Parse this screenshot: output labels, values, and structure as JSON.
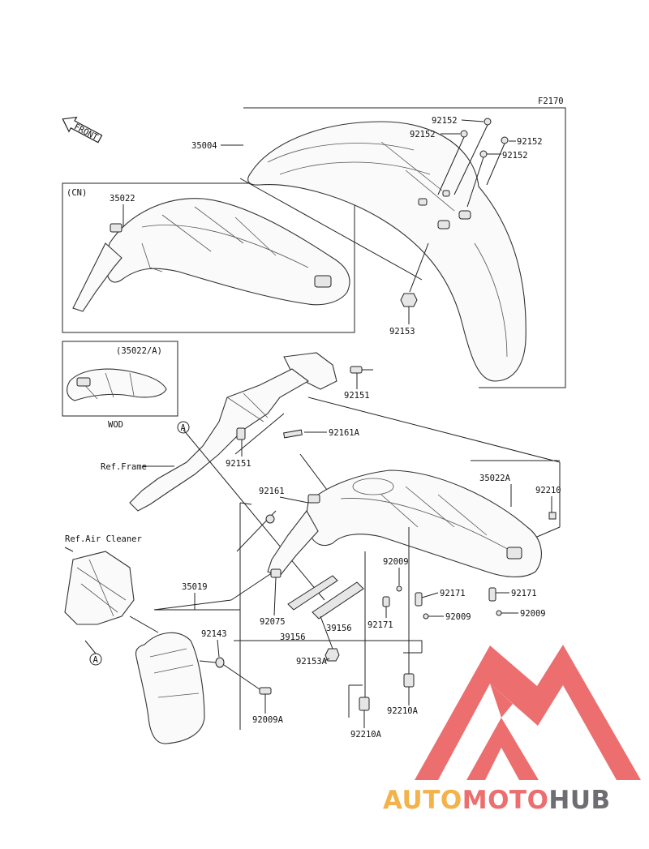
{
  "diagram": {
    "figure_code": "F2170",
    "front_label": "FRONT",
    "region_cn": "(CN)",
    "region_wod_ref": "(35022/A)",
    "region_wod": "WOD",
    "ref_frame": "Ref.Frame",
    "ref_air_cleaner": "Ref.Air Cleaner",
    "callout_a": "A",
    "parts": {
      "p35004": "35004",
      "p35022": "35022",
      "p35022a": "35022A",
      "p35019": "35019",
      "p92152": "92152",
      "p92153": "92153",
      "p92151": "92151",
      "p92161a": "92161A",
      "p92161": "92161",
      "p92210": "92210",
      "p92009": "92009",
      "p92171": "92171",
      "p92075": "92075",
      "p39156": "39156",
      "p92153a": "92153A",
      "p92143": "92143",
      "p92009a": "92009A",
      "p92210a": "92210A"
    }
  },
  "watermark": {
    "brand_auto": "AUTO",
    "brand_moto": "MOTO",
    "brand_hub": "HUB",
    "color_orange": "#f3b24a",
    "color_red": "#ec6e6e",
    "color_grey": "#6e6e72"
  }
}
